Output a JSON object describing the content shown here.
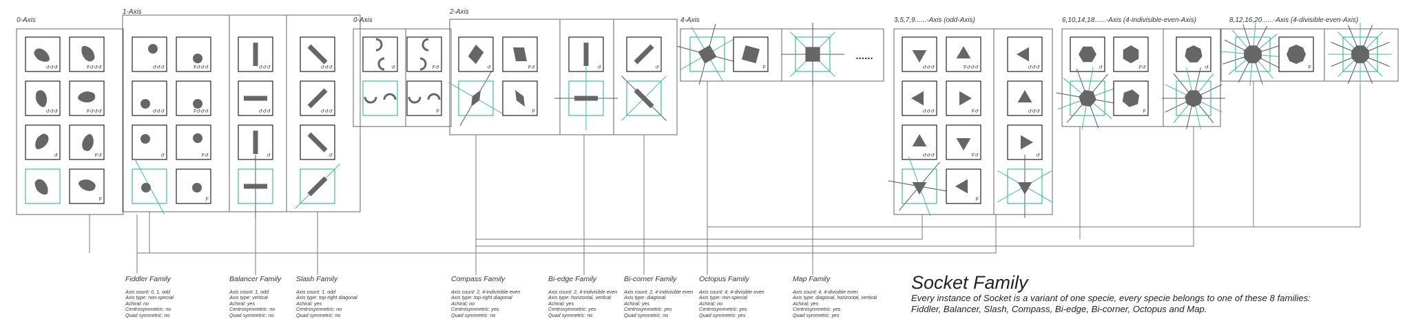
{
  "headers": {
    "h0a": "0-Axis",
    "h1": "1-Axis",
    "h0b": "0-Axis",
    "h2": "2-Axis",
    "h4": "4-Axis",
    "hodd": "3,5,7,9......-Axis (odd-Axis)",
    "hind": "6,10,14,18......-Axis (4-indivisible-even-Axis)",
    "hdiv": "8,12,16,20......-Axis (4-divisible-even-Axis)"
  },
  "ellipsis": "......",
  "families": [
    {
      "name": "Fiddler Family",
      "lines": [
        "Axis count: 0, 1, odd",
        "Axis type: non-special",
        "Achiral: no",
        "Centrosymmetric: no",
        "Quad symmetric: no"
      ]
    },
    {
      "name": "Balancer Family",
      "lines": [
        "Axis count: 1, odd",
        "Axis type: vertical",
        "Achiral: yes",
        "Centrosymmetric: no",
        "Quad symmetric: no"
      ]
    },
    {
      "name": "Slash Family",
      "lines": [
        "Axis count: 1, odd",
        "Axis type: top-right diagonal",
        "Achiral: yes",
        "Centrosymmetric: no",
        "Quad symmetric: no"
      ]
    },
    {
      "name": "Compass Family",
      "lines": [
        "Axis count: 2, 4-indivisible even",
        "Axis type: top-right diagonal",
        "Achiral: no",
        "Centrosymmetric: yes",
        "Quad symmetric: no"
      ]
    },
    {
      "name": "Bi-edge Family",
      "lines": [
        "Axis count: 2, 4-indivisible even",
        "Axis type: horizontal, vertical",
        "Achiral: yes",
        "Centrosymmetric: yes",
        "Quad symmetric: no"
      ]
    },
    {
      "name": "Bi-corner Family",
      "lines": [
        "Axis count: 2, 4-indivisible even",
        "Axis type: diagonal",
        "Achiral: yes",
        "Centrosymmetric: yes",
        "Quad symmetric: no"
      ]
    },
    {
      "name": "Octopus Family",
      "lines": [
        "Axis count: 4, 4-divisible even",
        "Axis type: non-special",
        "Achiral: no",
        "Centrosymmetric: yes",
        "Quad symmetric: yes"
      ]
    },
    {
      "name": "Map Family",
      "lines": [
        "Axis count: 4, 4-divisible even",
        "Axis type: diagonal, horizontal, vertical",
        "Achiral: yes",
        "Centrosymmetric: yes",
        "Quad symmetric: yes"
      ]
    }
  ],
  "title": "Socket Family",
  "subtitle_line1": "Every instance of Socket is a variant of one specie, every specie belongs to one of these 8 families:",
  "subtitle_line2": "Fiddler, Balancer, Slash, Compass, Bi-edge, Bi-corner, Octopus and Map.",
  "tile_labels": {
    "f3": "F↺↺↺",
    "f1": "F↺",
    "three": "↺↺↺",
    "one": "↺",
    "f": "F"
  },
  "colors": {
    "line": "#666666",
    "highlight": "#3fbf8f",
    "shape": "#666666",
    "axis": "#555555"
  }
}
